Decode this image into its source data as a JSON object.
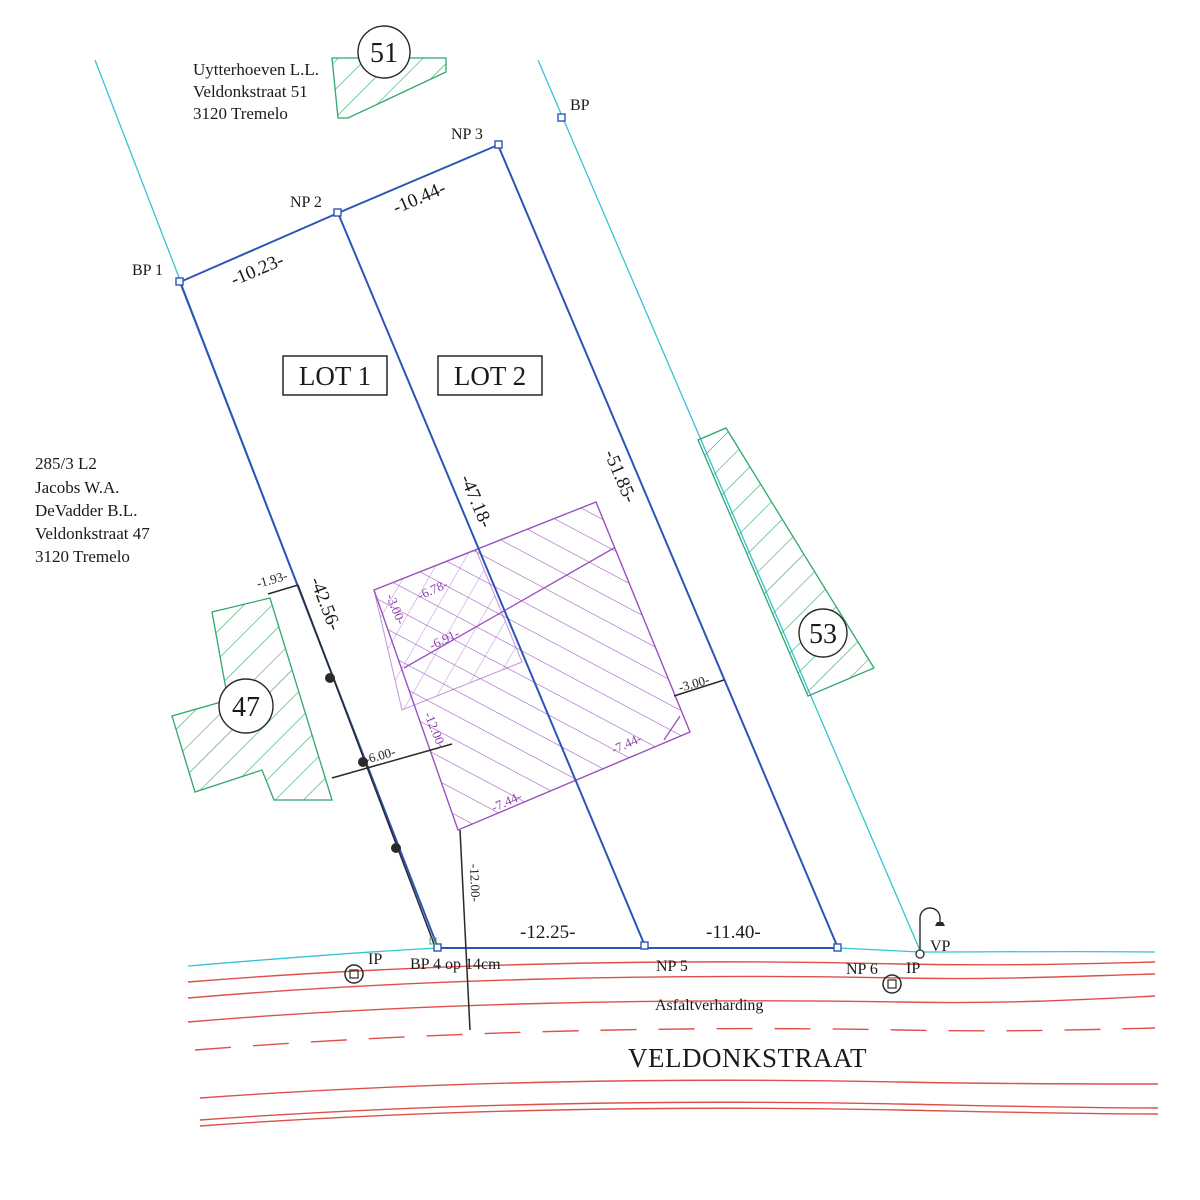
{
  "owners": {
    "north": [
      "Uytterhoeven L.L.",
      "Veldonkstraat 51",
      "3120 Tremelo"
    ],
    "west": [
      "285/3 L2",
      "Jacobs W.A.",
      "DeVadder B.L.",
      "Veldonkstraat 47",
      "3120 Tremelo"
    ]
  },
  "points": {
    "bp1": "BP 1",
    "np2": "NP 2",
    "np3": "NP 3",
    "bp_top": "BP",
    "bp4": "BP 4 op 14cm",
    "np5": "NP 5",
    "np6": "NP 6",
    "ip_left": "IP",
    "ip_right": "IP",
    "vp": "VP"
  },
  "dimensions": {
    "d1023": "-10.23-",
    "d1044": "-10.44-",
    "d4718": "-47.18-",
    "d5185": "-51.85-",
    "d4256": "-42.56-",
    "d1225": "-12.25-",
    "d1140": "-11.40-",
    "d193": "-1.93-",
    "d600": "-6.00-",
    "d300": "-3.00-",
    "d1200": "-12.00-",
    "p678": "-6.78-",
    "p300": "-3.00-",
    "p691": "-6.91-",
    "p1200": "-12.00-",
    "p744a": "-7.44-",
    "p744b": "-7.44-"
  },
  "lots": {
    "lot1": "LOT 1",
    "lot2": "LOT 2"
  },
  "house_numbers": {
    "n51": "51",
    "n47": "47",
    "n53": "53"
  },
  "street": {
    "name": "VELDONKSTRAAT",
    "surface": "Asfaltverharding"
  },
  "colors": {
    "parcel_line": "#2f54b8",
    "cadastral_line": "#35c4d6",
    "road_line": "#e0504a",
    "existing_building": "#2fa86a",
    "planned_building": "#9b50c0"
  }
}
